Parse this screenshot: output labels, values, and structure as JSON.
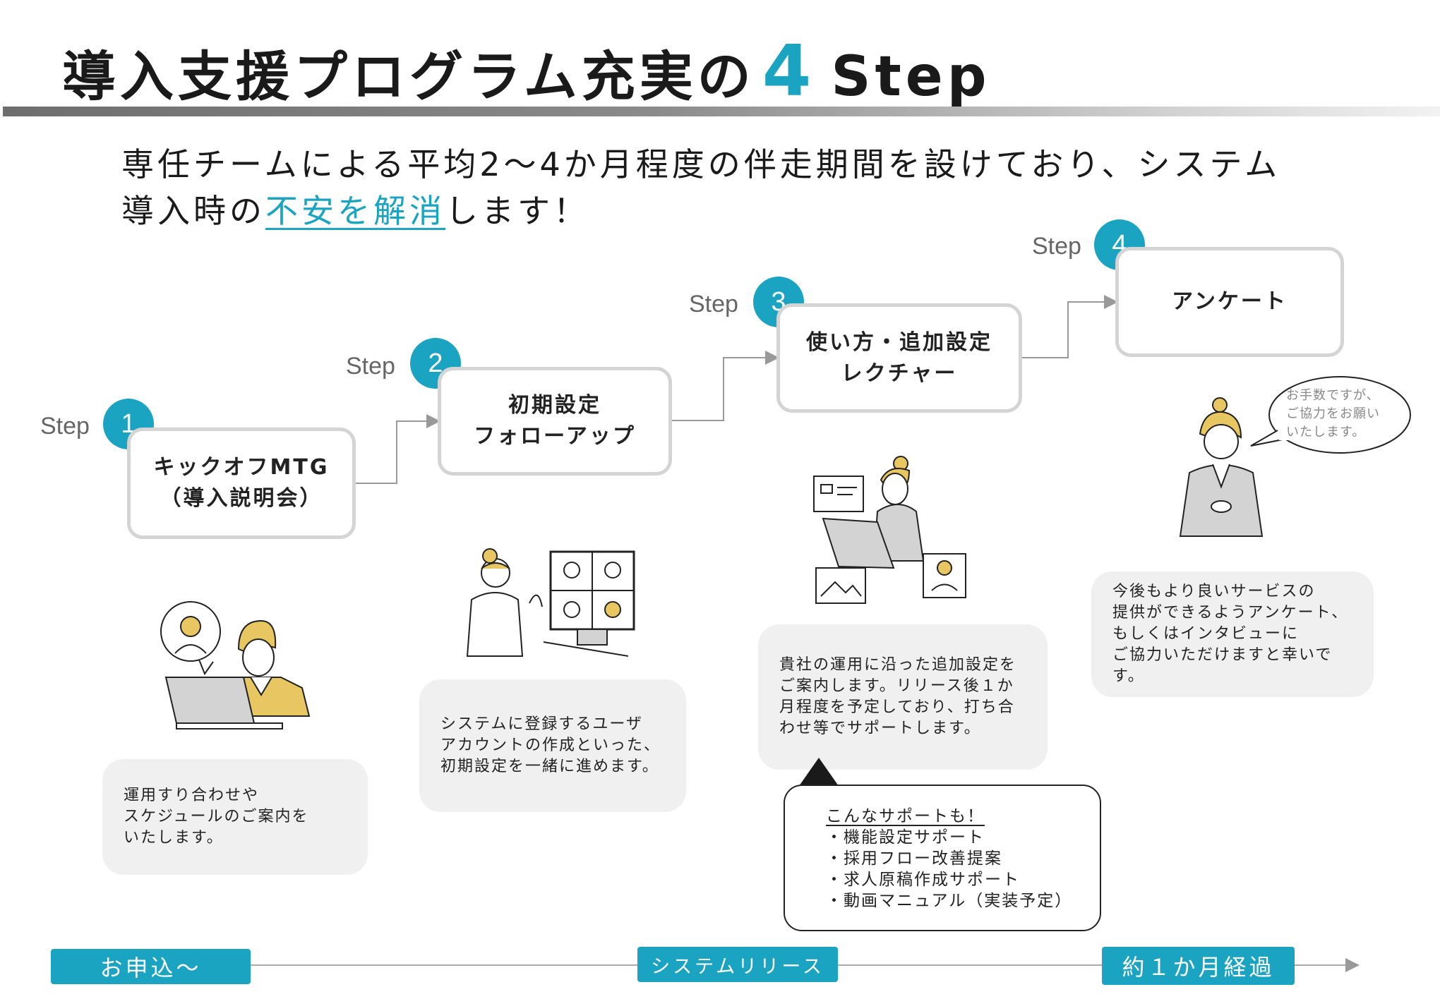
{
  "title": {
    "main": "導入支援プログラム充実の",
    "number": "4",
    "step": "Step"
  },
  "lead": {
    "line1": "専任チームによる平均2～4か月程度の伴走期間を設けており、システム",
    "line2_pre": "導入時の",
    "line2_highlight": "不安を解消",
    "line2_post": "します！"
  },
  "steps": [
    {
      "label": "Step",
      "number": "1",
      "title_lines": [
        "キックオフMTG",
        "（導入説明会）"
      ],
      "desc_lines": [
        "運用すり合わせや",
        "スケジュールのご案内を",
        "いたします。"
      ]
    },
    {
      "label": "Step",
      "number": "2",
      "title_lines": [
        "初期設定",
        "フォローアップ"
      ],
      "desc_lines": [
        "システムに登録するユーザ",
        "アカウントの作成といった、",
        "初期設定を一緒に進めます。"
      ]
    },
    {
      "label": "Step",
      "number": "3",
      "title_lines": [
        "使い方・追加設定",
        "レクチャー"
      ],
      "desc_lines": [
        "貴社の運用に沿った追加設定を",
        "ご案内します。リリース後１か",
        "月程度を予定しており、打ち合",
        "わせ等でサポートします。"
      ]
    },
    {
      "label": "Step",
      "number": "4",
      "title_lines": [
        "アンケート"
      ],
      "desc_lines": [
        "今後もより良いサービスの",
        "提供ができるようアンケート、",
        "もしくはインタビューに",
        "ご協力いただけますと幸いです。"
      ]
    }
  ],
  "support": {
    "title": "こんなサポートも！",
    "items": [
      "・機能設定サポート",
      "・採用フロー改善提案",
      "・求人原稿作成サポート",
      "・動画マニュアル（実装予定）"
    ]
  },
  "speech": [
    "お手数ですが、",
    "ご協力をお願い",
    "いたします。"
  ],
  "timeline": [
    "お申込～",
    "システムリリース",
    "約１か月経過"
  ],
  "colors": {
    "accent": "#1ba4c2",
    "box_border": "#d4d4d4",
    "desc_bg": "#f0f0f0",
    "illustration_yellow": "#e8c661"
  }
}
